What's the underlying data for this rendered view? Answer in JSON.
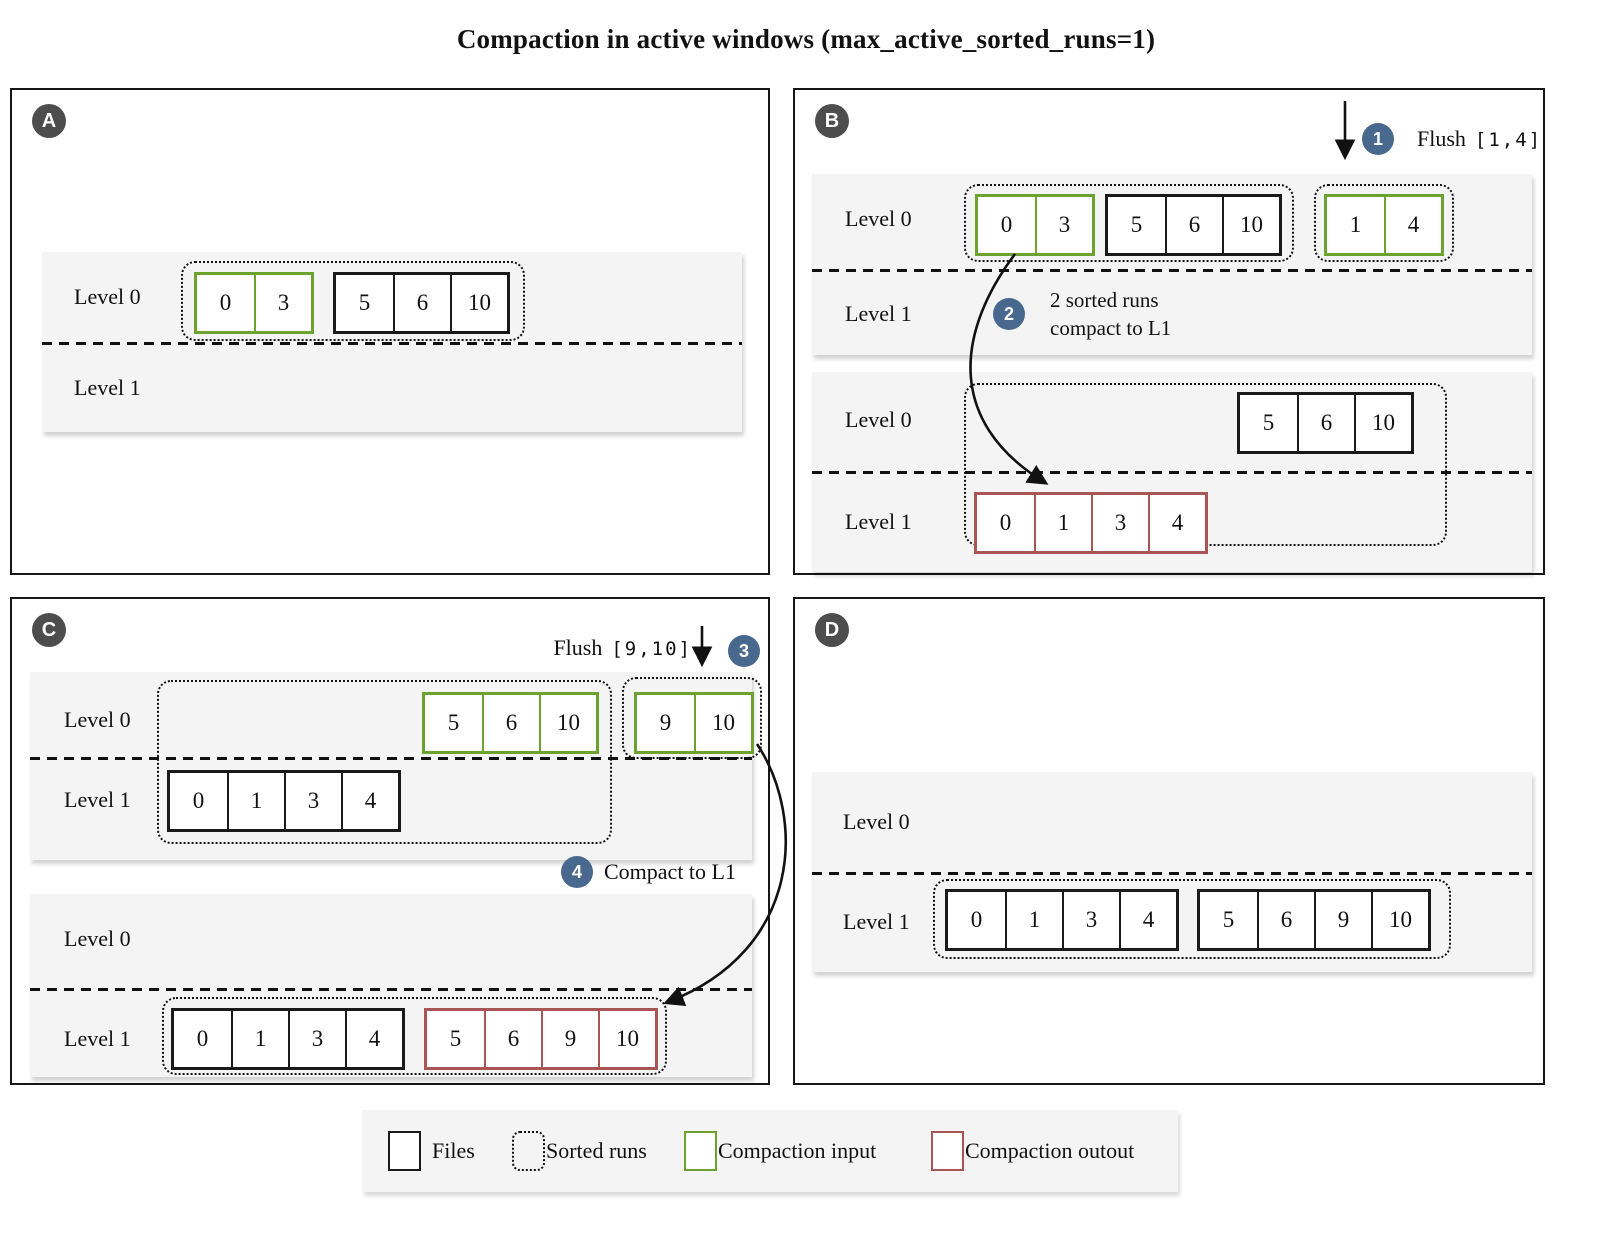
{
  "title": "Compaction in active windows (max_active_sorted_runs=1)",
  "colors": {
    "file_border": "#1a1a1a",
    "compaction_input": "#6ca32e",
    "compaction_output": "#a85555",
    "step_badge_bg": "#49688e",
    "panel_badge_bg": "#4d4d4d",
    "band_bg": "#f4f4f4"
  },
  "panels": {
    "a": {
      "badge": "A",
      "level0_label": "Level 0",
      "level1_label": "Level 1",
      "run1": {
        "file1": [
          "0",
          "3"
        ],
        "file2": [
          "5",
          "6",
          "10"
        ]
      }
    },
    "b": {
      "badge": "B",
      "step1": {
        "num": "1",
        "action": "Flush",
        "range": "[1,4]"
      },
      "top": {
        "level0_label": "Level 0",
        "level1_label": "Level 1",
        "run1": {
          "file1": [
            "0",
            "3"
          ],
          "file2": [
            "5",
            "6",
            "10"
          ]
        },
        "run2": {
          "file1": [
            "1",
            "4"
          ]
        },
        "step2": {
          "num": "2",
          "line1": "2 sorted runs",
          "line2": "compact to L1"
        }
      },
      "bottom": {
        "level0_label": "Level 0",
        "level1_label": "Level 1",
        "l0_file": [
          "5",
          "6",
          "10"
        ],
        "l1_file": [
          "0",
          "1",
          "3",
          "4"
        ]
      }
    },
    "c": {
      "badge": "C",
      "step3": {
        "num": "3",
        "action": "Flush",
        "range": "[9,10]"
      },
      "top": {
        "level0_label": "Level 0",
        "level1_label": "Level 1",
        "l0_file": [
          "5",
          "6",
          "10"
        ],
        "run2": {
          "file1": [
            "9",
            "10"
          ]
        },
        "l1_file": [
          "0",
          "1",
          "3",
          "4"
        ]
      },
      "step4": {
        "num": "4",
        "label": "Compact to L1"
      },
      "bottom": {
        "level0_label": "Level 0",
        "level1_label": "Level 1",
        "run1": {
          "file1": [
            "0",
            "1",
            "3",
            "4"
          ],
          "file2": [
            "5",
            "6",
            "9",
            "10"
          ]
        }
      }
    },
    "d": {
      "badge": "D",
      "level0_label": "Level 0",
      "level1_label": "Level 1",
      "run1": {
        "file1": [
          "0",
          "1",
          "3",
          "4"
        ],
        "file2": [
          "5",
          "6",
          "9",
          "10"
        ]
      }
    }
  },
  "legend": {
    "files": "Files",
    "sorted_runs": "Sorted runs",
    "compaction_input": "Compaction input",
    "compaction_output": "Compaction outout"
  }
}
